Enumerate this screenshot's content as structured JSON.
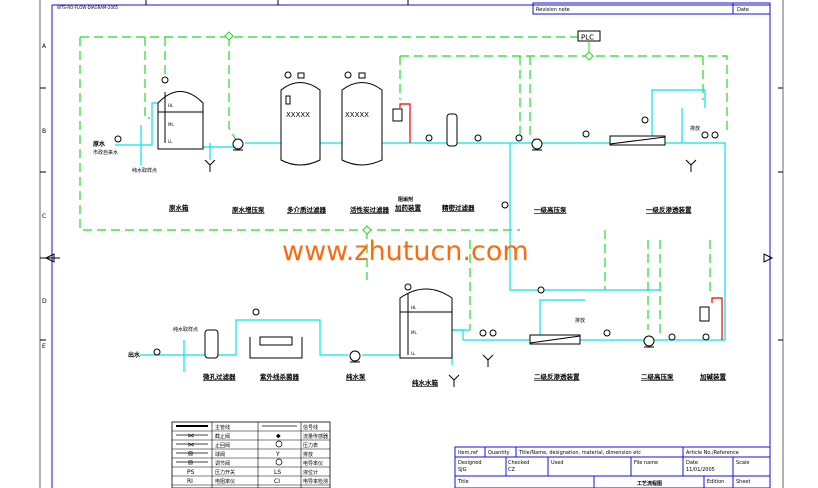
{
  "header": {
    "drawing_code": "WTS-RO-FLOW-DIAGRAM-2005",
    "revision_note_label": "Revision note",
    "date_label": "Date",
    "row_letters": [
      "A",
      "B",
      "C",
      "D",
      "E"
    ]
  },
  "controller": {
    "label": "PLC"
  },
  "equipment": {
    "raw_tank": "原水箱",
    "raw_pump": "原水增压泵",
    "multi_media_filter": "多介质过滤器",
    "carbon_filter": "活性炭过滤器",
    "antiscalant_line1": "阻垢剂",
    "antiscalant_line2": "加药装置",
    "precision_filter": "精密过滤器",
    "ro1_pump": "一级高压泵",
    "ro1_unit": "一级反渗透装置",
    "ro2_unit": "二级反渗透装置",
    "ro2_pump": "二级高压泵",
    "alkali_dosing": "加碱装置",
    "pure_tank": "纯水水箱",
    "pure_pump": "纯水泵",
    "uv": "紫外线杀菌器",
    "micro_filter": "微孔过滤器"
  },
  "streams": {
    "raw_in_1": "原水",
    "raw_in_2": "市政自来水",
    "sample1": "纯水取样点",
    "sample2": "纯水取样点",
    "outlet": "出水",
    "drain1": "排放",
    "drain2": "排放"
  },
  "tank_levels": {
    "hl": "HL",
    "ml": "ML",
    "ll": "LL"
  },
  "watermark": "www.zhutucn.com",
  "legend": {
    "rows": [
      {
        "a": "主管线",
        "b": "信号线"
      },
      {
        "a": "截止阀",
        "b": "流量传感器"
      },
      {
        "a": "止回阀",
        "b": "压力表"
      },
      {
        "a": "球阀",
        "b": "排放"
      },
      {
        "a": "调节阀",
        "b": "电导率仪"
      },
      {
        "sym_a": "PS",
        "a": "压力开关",
        "sym_b": "LS",
        "b": "液位计"
      },
      {
        "sym_a": "RI",
        "a": "电阻率仪",
        "sym_b": "CI",
        "b": "电导率检测"
      }
    ]
  },
  "title_block": {
    "item_no": "Item,ref",
    "quantity": "Quantity",
    "title_name": "Title/Name, designation, material, dimension etc",
    "article": "Article No./Reference",
    "designed_label": "Designed",
    "designed_value": "SJG",
    "checked_label": "Checked",
    "checked_value": "CZ",
    "used_label": "Used",
    "file_label": "File name",
    "date_label": "Date",
    "date_value": "11/01/2005",
    "scale_label": "Scale",
    "title_label": "Title",
    "title_value": "工艺流程图",
    "edition_label": "Edition",
    "sheet_label": "Sheet"
  }
}
